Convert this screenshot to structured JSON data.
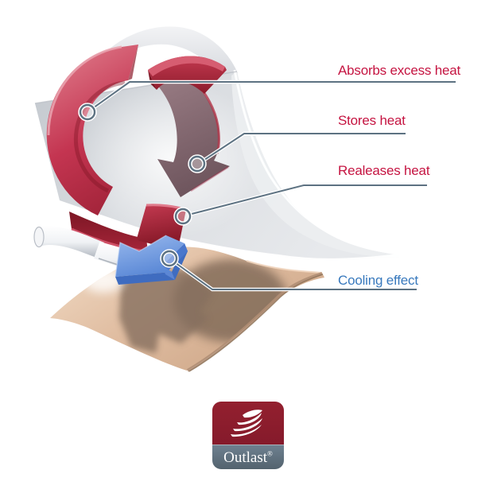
{
  "diagram": {
    "label_red": "#c51441",
    "label_blue": "#3879bd",
    "leader_color": "#5d7282",
    "labels": [
      {
        "text": "Absorbs excess heat"
      },
      {
        "text": "Stores heat"
      },
      {
        "text": "Realeases heat"
      },
      {
        "text": "Cooling effect"
      }
    ],
    "colors": {
      "hot_arrow": "#b02a3f",
      "stored_arrow": "#7a5f66",
      "cool_arrow": "#5e8cd9",
      "fabric": "#d6d9dd",
      "skin": "#d5b197"
    }
  },
  "logo": {
    "wordmark": "Outlast",
    "registered": "®",
    "brand_red": "#8c1c2e",
    "brand_slate": "#5d6e7b"
  }
}
